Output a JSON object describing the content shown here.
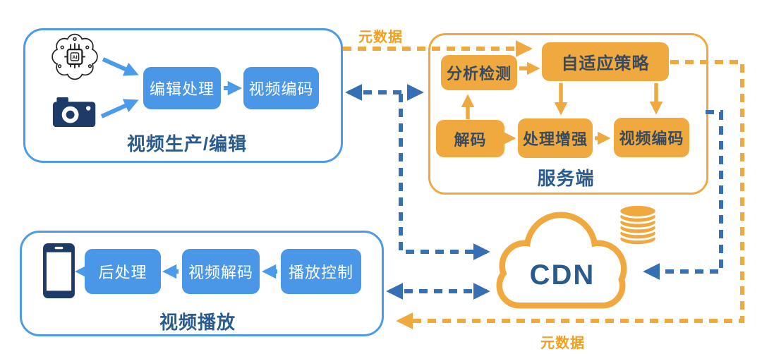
{
  "production": {
    "label": "视频生产/编辑",
    "edit_button": "编辑处理",
    "encode_button": "视频编码"
  },
  "server": {
    "label": "服务端",
    "analysis_button": "分析检测",
    "adaptive_button": "自适应策略",
    "decode_button": "解码",
    "enhance_button": "处理增强",
    "encode_button": "视频编码"
  },
  "playback": {
    "label": "视频播放",
    "post_button": "后处理",
    "decode_button": "视频解码",
    "control_button": "播放控制"
  },
  "cdn": {
    "label": "CDN"
  },
  "metadata_top_label": "元数据",
  "metadata_bottom_label": "元数据",
  "ai_chip_label": "AI",
  "colors": {
    "blue_border": "#4B9BE8",
    "blue_button": "#4A97E8",
    "orange": "#EFA93E",
    "navy_text": "#2A5B8F",
    "dashed_blue": "#366FB4",
    "icon_navy": "#1E3A67"
  }
}
